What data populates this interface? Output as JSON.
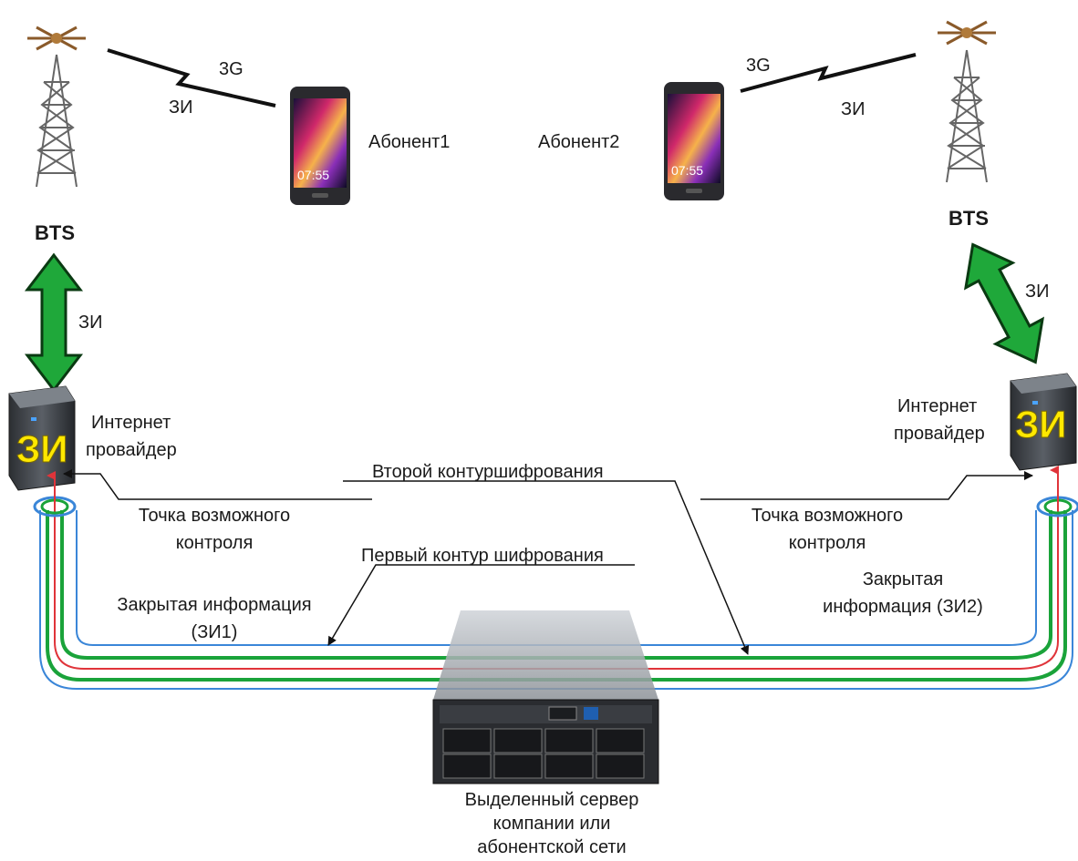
{
  "labels": {
    "bts_left": "BTS",
    "bts_right": "BTS",
    "g3_left": "3G",
    "g3_right": "3G",
    "zi_radio_left": "ЗИ",
    "zi_radio_right": "ЗИ",
    "zi_link_left": "ЗИ",
    "zi_link_right": "ЗИ",
    "subscriber1": "Абонент1",
    "subscriber2": "Абонент2",
    "provider_left_line1": "Интернет",
    "provider_left_line2": "провайдер",
    "provider_right_line1": "Интернет",
    "provider_right_line2": "провайдер",
    "second_contour": "Второй контуршифрования",
    "first_contour": "Первый контур шифрования",
    "control_left_line1": "Точка возможного",
    "control_left_line2": "контроля",
    "control_right_line1": "Точка возможного",
    "control_right_line2": "контроля",
    "closed_info_left_line1": "Закрытая информация",
    "closed_info_left_line2": "(ЗИ1)",
    "closed_info_right_line1": "Закрытая",
    "closed_info_right_line2": "информация  (ЗИ2)",
    "server_line1": "Выделенный сервер",
    "server_line2": "компании или",
    "server_line3": "абонентской сети",
    "badge_left": "ЗИ",
    "badge_right": "ЗИ",
    "phone_time_left": "07:55",
    "phone_time_right": "07:55"
  },
  "colors": {
    "arrow_green": "#1fa83a",
    "tube_blue": "#3a86d8",
    "tube_green": "#1aa33a",
    "tube_red": "#e0343a",
    "badge_yellow": "#ffe800"
  }
}
